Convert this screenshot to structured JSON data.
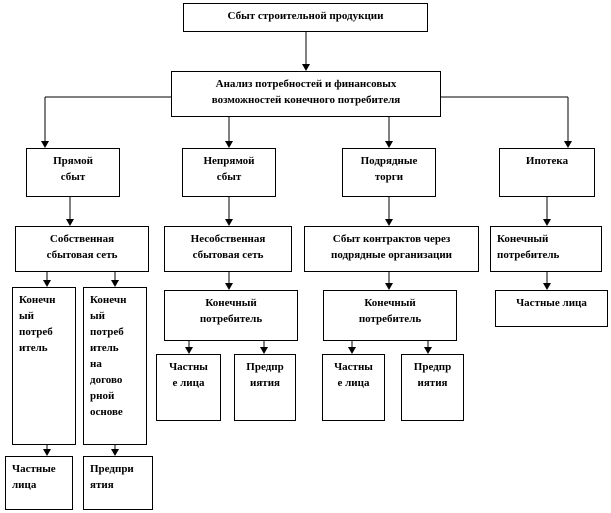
{
  "diagram": {
    "root": "Сбыт строительной продукции",
    "analysis": "Анализ потребностей и финансовых\nвозможностей конечного потребителя",
    "direct_sales": "Прямой\nсбыт",
    "indirect_sales": "Непрямой\nсбыт",
    "contract_bids": "Подрядные\nторги",
    "mortgage": "Ипотека",
    "own_network": "Собственная\nсбытовая сеть",
    "non_own_network": "Несобственная\nсбытовая сеть",
    "contracts_via_orgs": "Сбыт контрактов через\nподрядные организации",
    "mortgage_end_consumer": "Конечный\nпотребитель",
    "own_end_consumer": "Конечн\nый\nпотреб\nитель",
    "own_contract_consumer": "Конечн\nый\nпотреб\nитель\nна\nдогово\nрной\nоснове",
    "indirect_end_consumer": "Конечный\nпотребитель",
    "contract_end_consumer": "Конечный\nпотребитель",
    "own_private": "Частные\nлица",
    "own_enterprises": "Предпри\nятия",
    "indirect_private": "Частны\nе лица",
    "indirect_enterprises": "Предпр\nиятия",
    "contract_private": "Частны\nе лица",
    "contract_enterprises": "Предпр\nиятия",
    "mortgage_private": "Частные лица"
  }
}
